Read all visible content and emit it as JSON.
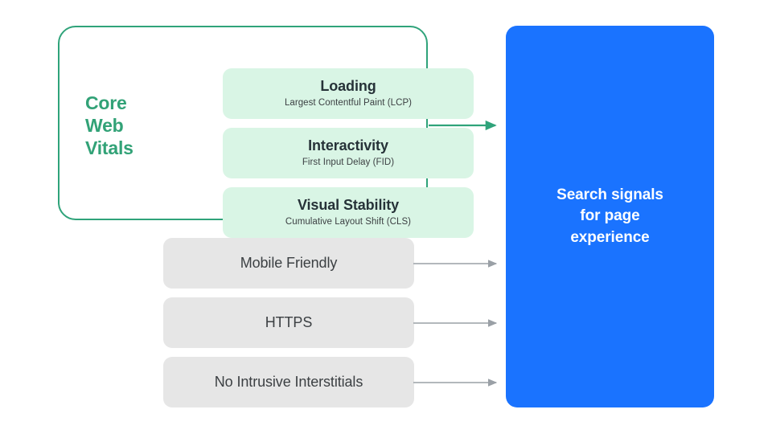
{
  "diagram": {
    "title": "Search signals for page experience",
    "colors": {
      "green_accent": "#32a277",
      "green_card_fill": "#d9f5e5",
      "gray_box_fill": "#e6e6e6",
      "blue_box_fill": "#1a73ff",
      "text_dark": "#3c4043",
      "arrow_gray": "#9aa0a6",
      "background": "#ffffff"
    }
  },
  "core_web_vitals": {
    "group_label": "Core Web Vitals",
    "group_label_lines": [
      "Core",
      "Web",
      "Vitals"
    ],
    "items": [
      {
        "title": "Loading",
        "subtitle": "Largest Contentful Paint (LCP)",
        "abbr": "LCP"
      },
      {
        "title": "Interactivity",
        "subtitle": "First Input Delay (FID)",
        "abbr": "FID"
      },
      {
        "title": "Visual Stability",
        "subtitle": "Cumulative Layout Shift (CLS)",
        "abbr": "CLS"
      }
    ]
  },
  "other_signals": [
    {
      "label": "Mobile Friendly"
    },
    {
      "label": "HTTPS"
    },
    {
      "label": "No Intrusive Interstitials"
    }
  ],
  "destination": {
    "label": "Search signals\nfor page\nexperience",
    "label_lines": [
      "Search signals",
      "for page",
      "experience"
    ]
  },
  "arrows": [
    {
      "name": "core-web-vitals-to-search-signals",
      "color": "#2fa37a"
    },
    {
      "name": "mobile-friendly-to-search-signals",
      "color": "#9aa0a6"
    },
    {
      "name": "https-to-search-signals",
      "color": "#9aa0a6"
    },
    {
      "name": "no-intrusive-interstitials-to-search-signals",
      "color": "#9aa0a6"
    }
  ]
}
